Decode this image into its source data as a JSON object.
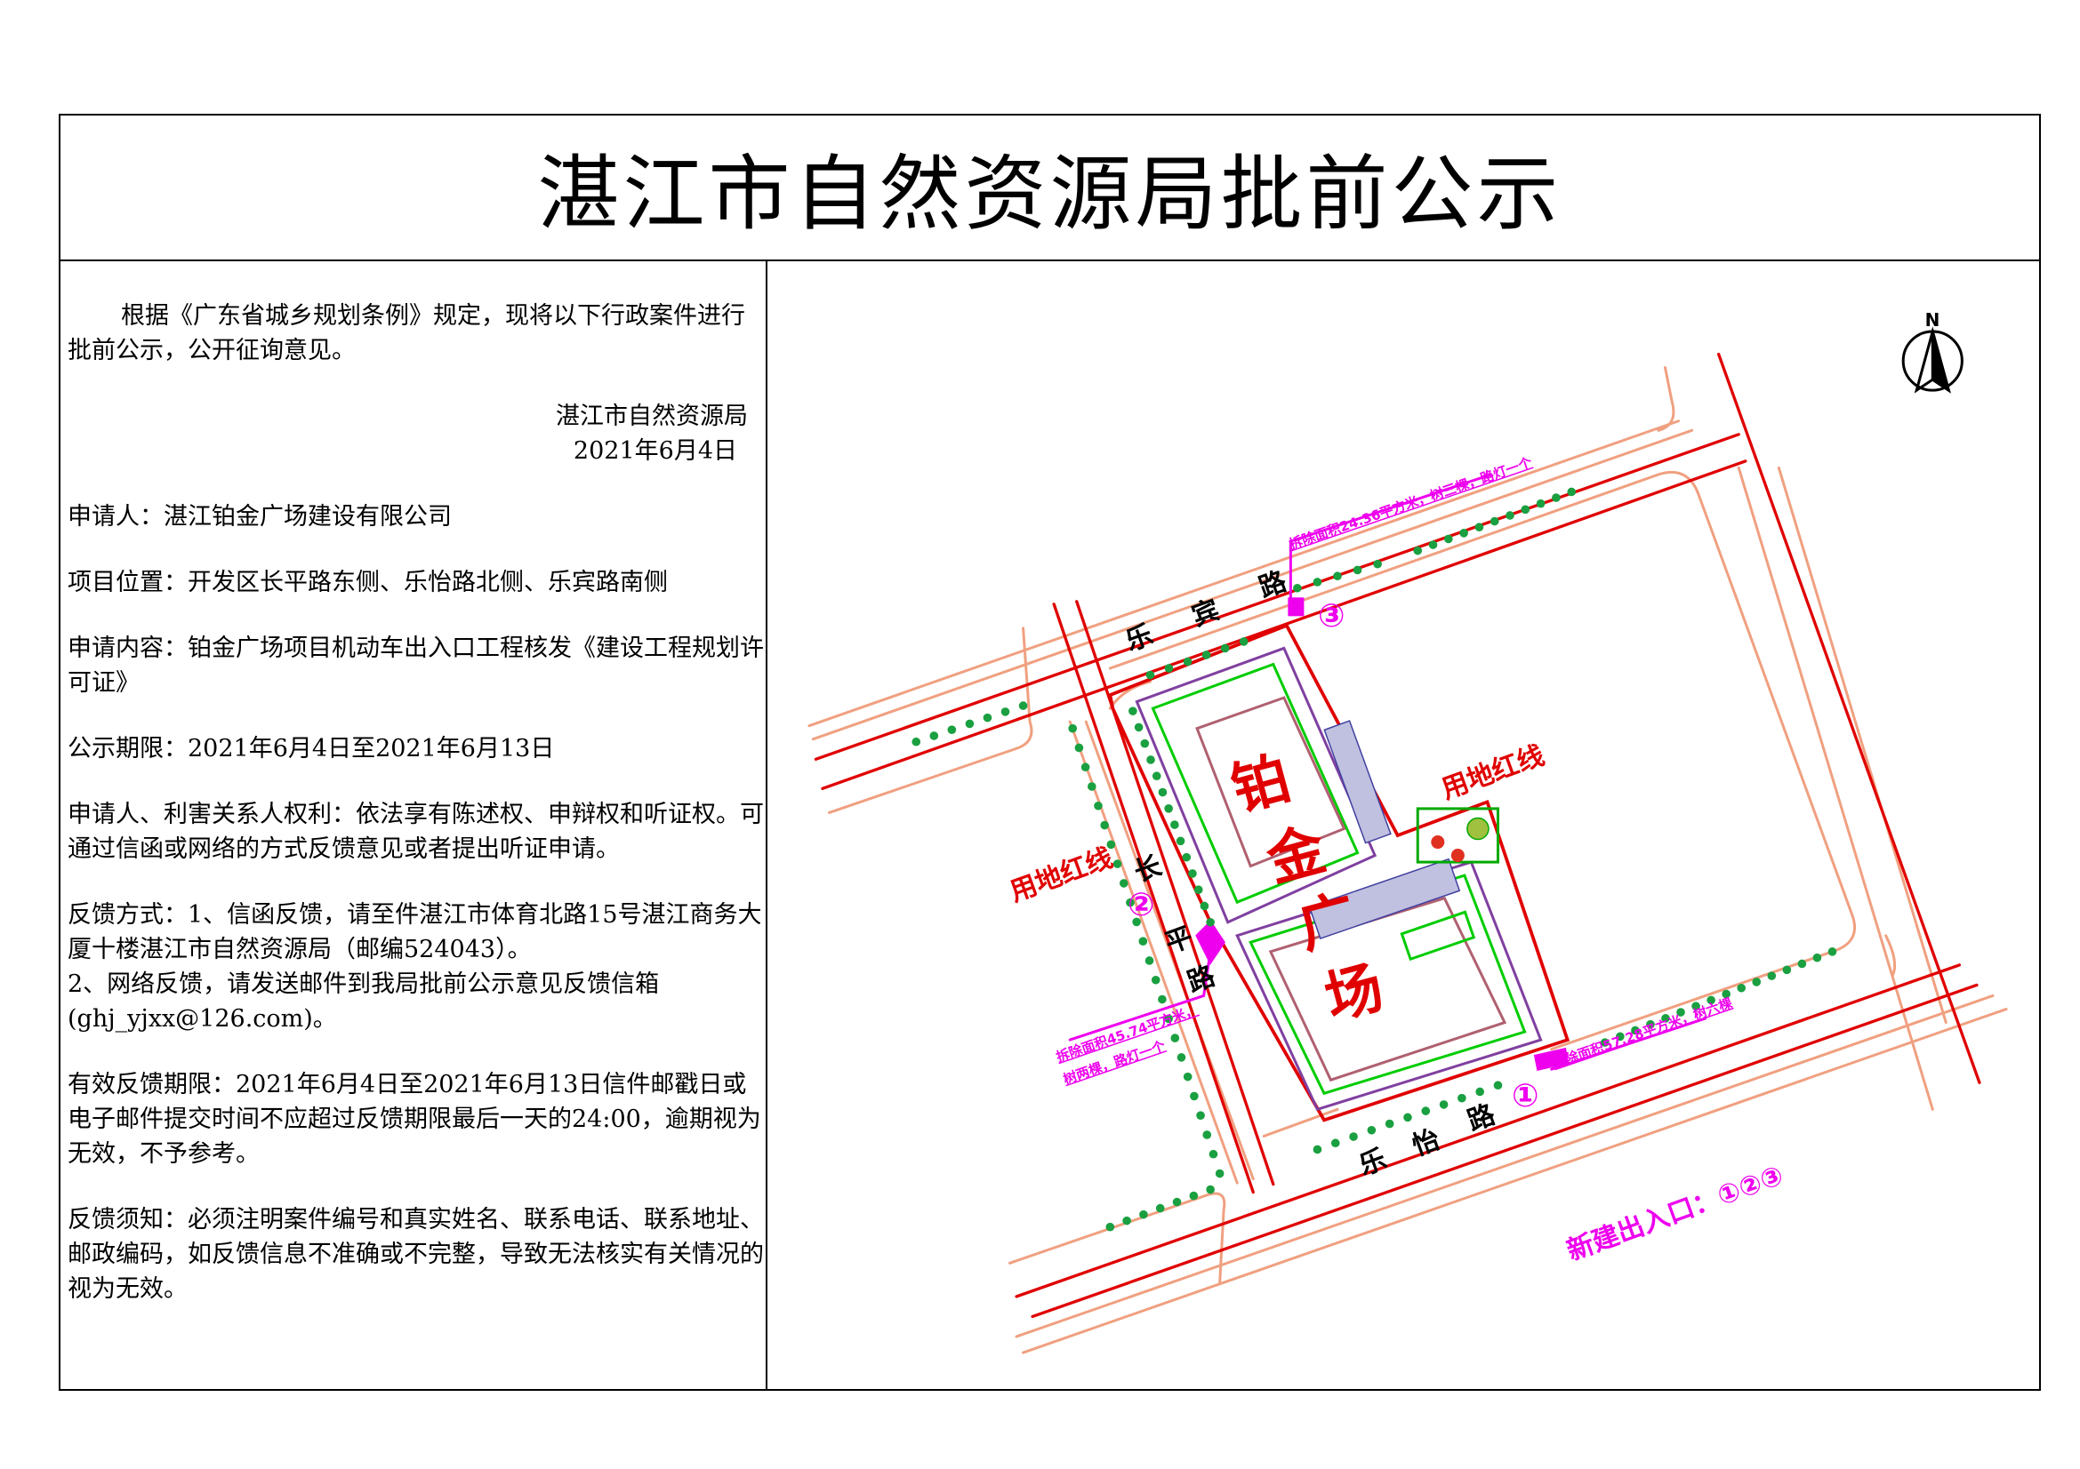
{
  "title": "湛江市自然资源局批前公示",
  "notice": {
    "intro": "根据《广东省城乡规划条例》规定，现将以下行政案件进行批前公示，公开征询意见。",
    "issuer": "湛江市自然资源局",
    "date": "2021年6月4日",
    "applicant": "申请人：湛江铂金广场建设有限公司",
    "location": "项目位置：开发区长平路东侧、乐怡路北侧、乐宾路南侧",
    "content": "申请内容：铂金广场项目机动车出入口工程核发《建设工程规划许可证》",
    "period": "公示期限：2021年6月4日至2021年6月13日",
    "rights": "申请人、利害关系人权利：依法享有陈述权、申辩权和听证权。可通过信函或网络的方式反馈意见或者提出听证申请。",
    "feedback_1": "反馈方式：1、信函反馈，请至件湛江市体育北路15号湛江商务大厦十楼湛江市自然资源局（邮编524043）。",
    "feedback_2": "2、网络反馈，请发送邮件到我局批前公示意见反馈信箱(ghj_yjxx@126.com)。",
    "deadline": "有效反馈期限：2021年6月4日至2021年6月13日信件邮戳日或电子邮件提交时间不应超过反馈期限最后一天的24:00，逾期视为无效，不予参考。",
    "requirements": "反馈须知：必须注明案件编号和真实姓名、联系电话、联系地址、邮政编码，如反馈信息不准确或不完整，导致无法核实有关情况的视为无效。"
  },
  "map": {
    "north": "N",
    "road_north": [
      "乐",
      "宾",
      "路"
    ],
    "road_west": [
      "长",
      "平",
      "路"
    ],
    "road_south": [
      "乐",
      "怡",
      "路"
    ],
    "project_name": [
      "铂",
      "金",
      "广",
      "场"
    ],
    "boundary_label_1": "用地红线",
    "boundary_label_2": "用地红线",
    "entrance_1": "①",
    "entrance_2": "②",
    "entrance_3": "③",
    "new_entrances": "新建出入口：①②③",
    "note_3": "拆除面积24.36平方米，树三棵，路灯一个",
    "note_2_line1": "拆除面积45.74平方米，",
    "note_2_line2": "树两棵，路灯一个",
    "note_1": "拆除面积57.28平方米，树六棵",
    "colors": {
      "red_line": "#e00000",
      "road_edge": "#f0a080",
      "tree": "#1aa040",
      "annotation": "#ee00ee",
      "building": "#8040a0",
      "green_line": "#00cc00"
    }
  }
}
